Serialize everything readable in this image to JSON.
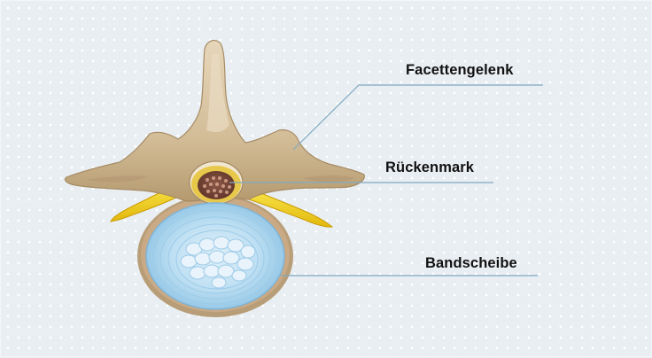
{
  "labels": {
    "facet_joint": "Facettengelenk",
    "spinal_cord": "Rückenmark",
    "disc": "Bandscheibe"
  },
  "colors": {
    "background": "#e9eef3",
    "bone": "#d7c3a2",
    "bone_shadow": "#a68b63",
    "nerve": "#f3d21b",
    "disc_outer": "#a9d3ec",
    "disc_inner": "#dcedf8",
    "cord": "#7a4a3c",
    "leader_line": "#7fa9bf",
    "text": "#111111"
  }
}
